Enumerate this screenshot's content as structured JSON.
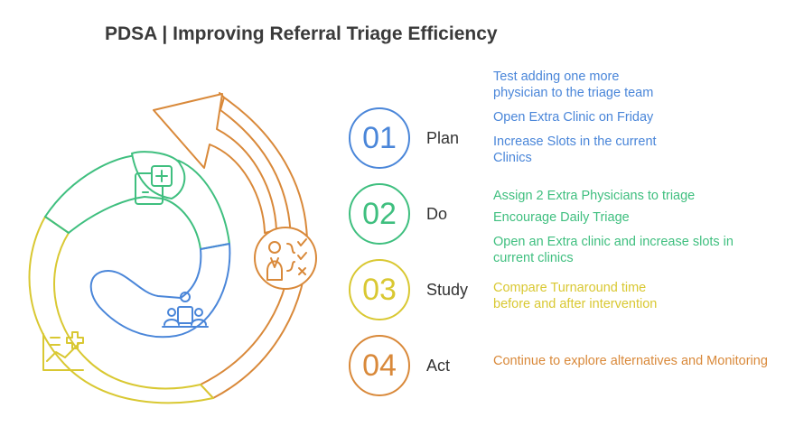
{
  "title": "PDSA | Improving Referral Triage Efficiency",
  "colors": {
    "plan": "#4a86d9",
    "do": "#3fbf7f",
    "study": "#d9c832",
    "act": "#d9893a"
  },
  "icons": {
    "plan": "medical-document-icon",
    "do": "team-meeting-icon",
    "study": "chart-medical-icon",
    "act": "physician-checklist-icon"
  },
  "stages": [
    {
      "number": "01",
      "label": "Plan",
      "points": [
        "Test adding one more physician to the triage team",
        "Open Extra Clinic on Friday",
        "Increase Slots in the current Clinics"
      ]
    },
    {
      "number": "02",
      "label": "Do",
      "points": [
        "Assign 2 Extra Physicians to triage",
        "Encourage Daily Triage",
        "Open an Extra clinic and increase slots in current clinics"
      ]
    },
    {
      "number": "03",
      "label": "Study",
      "points": [
        "Compare Turnaround time before and after intervention"
      ]
    },
    {
      "number": "04",
      "label": "Act",
      "points": [
        "Continue to explore alternatives and Monitoring"
      ]
    }
  ]
}
